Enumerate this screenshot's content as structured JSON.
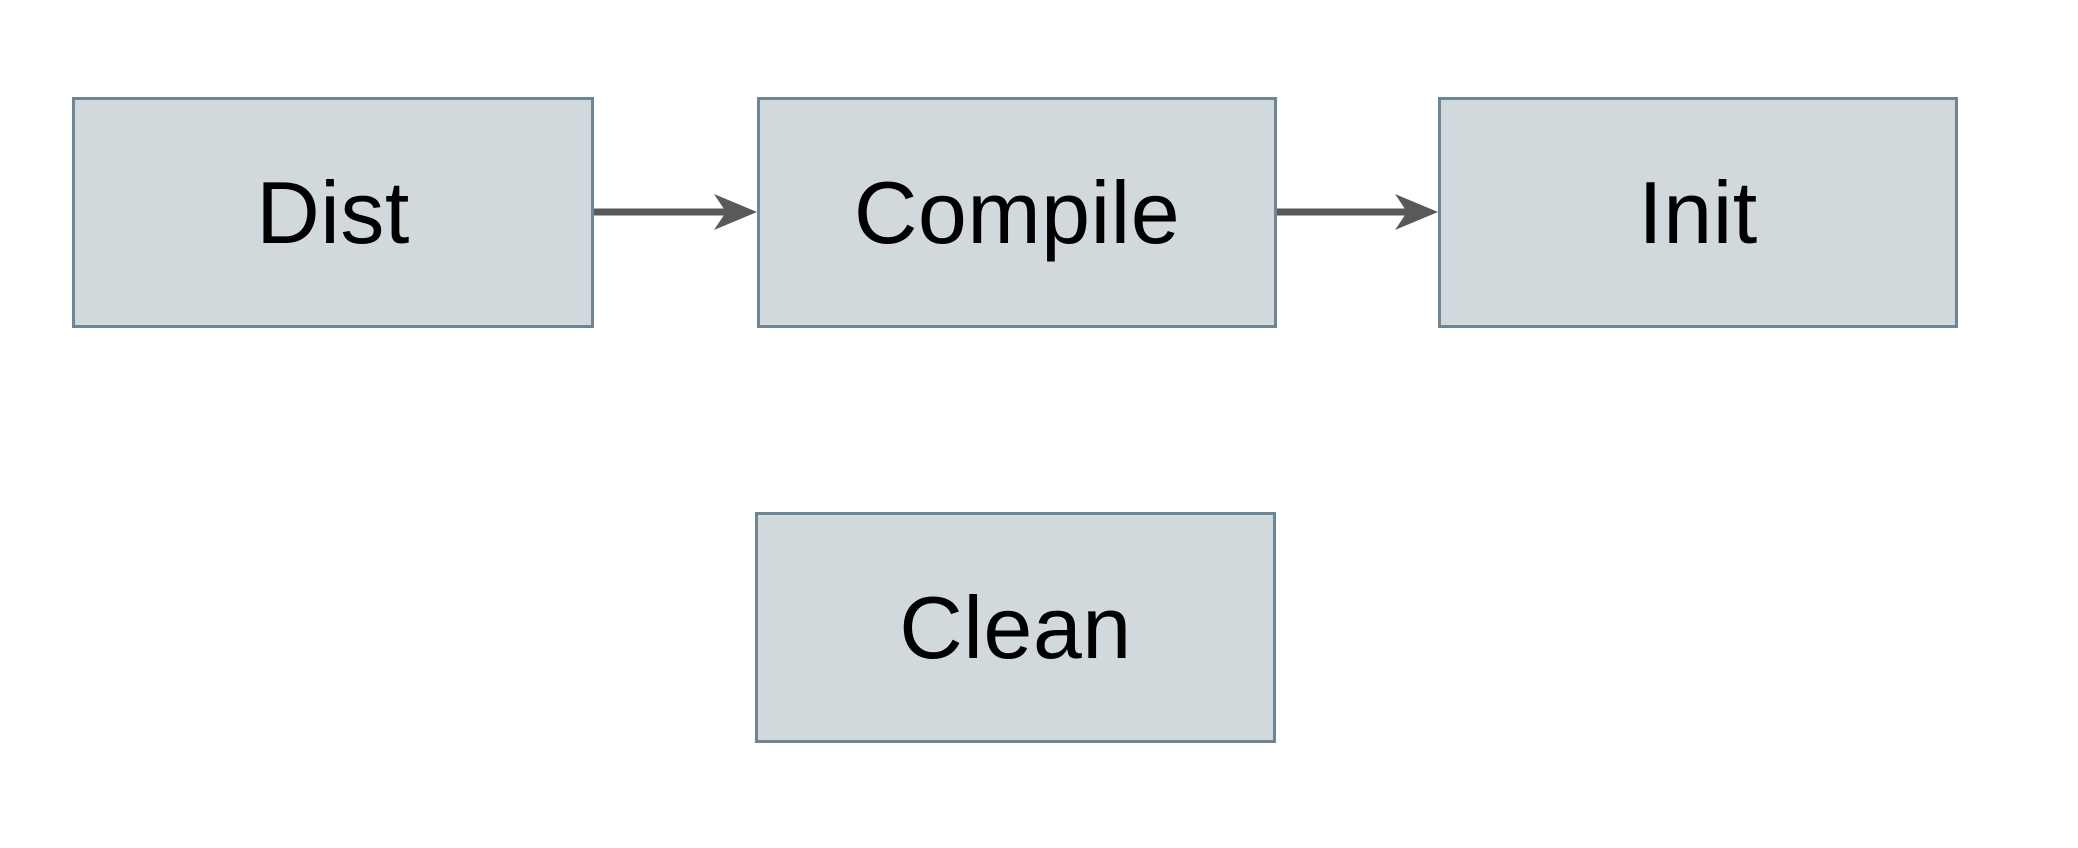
{
  "colors": {
    "background": "#ffffff",
    "node-fill": "#d1d9dc",
    "node-border": "#6d8594",
    "arrow": "#58595b",
    "text": "#000000"
  },
  "diagram": {
    "type": "flowchart",
    "nodes": [
      {
        "id": "dist",
        "label": "Dist"
      },
      {
        "id": "compile",
        "label": "Compile"
      },
      {
        "id": "init",
        "label": "Init"
      },
      {
        "id": "clean",
        "label": "Clean"
      }
    ],
    "edges": [
      {
        "from": "Dist",
        "to": "Compile",
        "direction": "right"
      },
      {
        "from": "Compile",
        "to": "Init",
        "direction": "right"
      }
    ]
  }
}
